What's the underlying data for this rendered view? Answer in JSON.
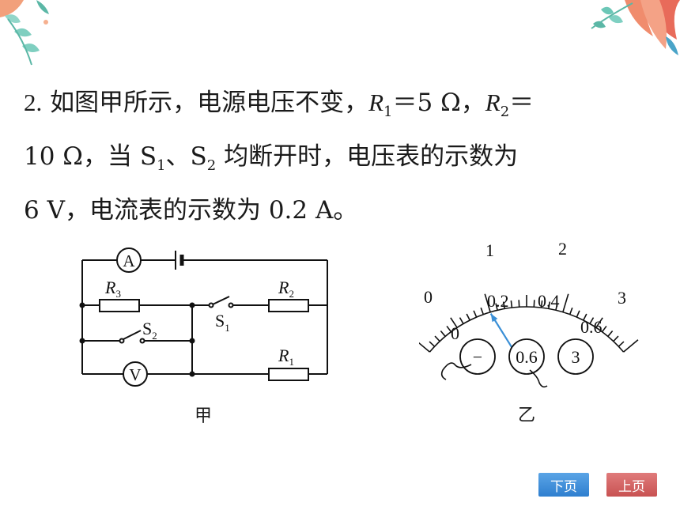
{
  "problem": {
    "number": "2.",
    "line1_a": "如图甲所示，电源电压不变，",
    "r1_var": "R",
    "r1_sub": "1",
    "r1_value": "＝5 Ω，",
    "r2_var": "R",
    "r2_sub": "2",
    "r2_eq": "＝",
    "line2_a": "10 Ω，当 S",
    "s1_sub": "1",
    "sep": "、S",
    "s2_sub": "2",
    "line2_b": " 均断开时，电压表的示数为",
    "line3": "6 V，电流表的示数为 0.2 A。"
  },
  "circuit": {
    "ammeter": "A",
    "voltmeter": "V",
    "r3_var": "R",
    "r3_sub": "3",
    "r2_var": "R",
    "r2_sub": "2",
    "r1_var": "R",
    "r1_sub": "1",
    "s1_var": "S",
    "s1_sub": "1",
    "s2_var": "S",
    "s2_sub": "2",
    "caption": "甲"
  },
  "meter": {
    "upper_scale": [
      "0",
      "1",
      "2",
      "3"
    ],
    "lower_scale": [
      "0",
      "0.2",
      "0.4",
      "0.6"
    ],
    "terminals": [
      "−",
      "0.6",
      "3"
    ],
    "needle_reading": 0.2,
    "caption": "乙"
  },
  "nav": {
    "next_label": "下页",
    "prev_label": "上页"
  },
  "colors": {
    "needle": "#3a8fd6",
    "next_button": "#3a8ad8",
    "prev_button": "#d36464"
  }
}
